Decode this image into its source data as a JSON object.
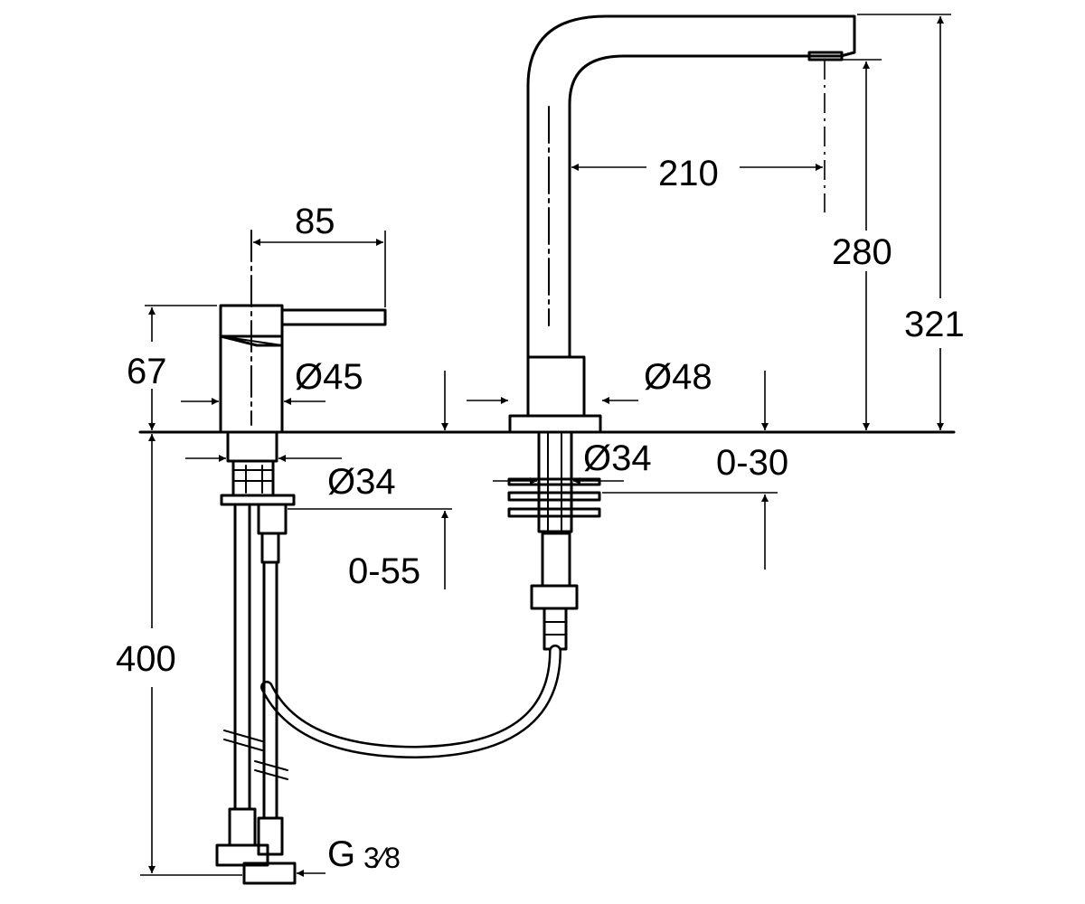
{
  "labels": {
    "spout_reach": "210",
    "outlet_height": "280",
    "total_height": "321",
    "lever_length": "85",
    "mixer_height": "67",
    "mixer_diameter": "Ø45",
    "spout_diameter": "Ø48",
    "mixer_shank": "Ø34",
    "spout_shank": "Ø34",
    "deck_range_spout": "0-30",
    "deck_range_mixer": "0-55",
    "hose_length": "400",
    "thread": "G",
    "thread_size": "3⁄8"
  }
}
